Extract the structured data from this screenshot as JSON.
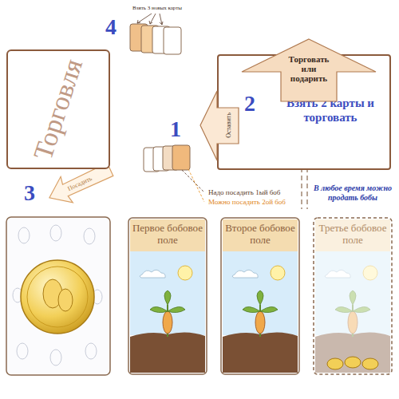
{
  "diagram": {
    "nodes": [
      {
        "text": [
          "Торговля"
        ]
      },
      {
        "text": [
          "Взять 2 карты и торговать"
        ]
      },
      {
        "text": [
          "Торговать или подарить"
        ],
        "in": 1
      },
      {
        "text": [
          "Оставить"
        ],
        "in": 1
      },
      {
        "text": [
          "Первое бобовое поле"
        ]
      },
      {
        "text": [
          "Второе бобовое поле"
        ]
      },
      {
        "text": [
          "Третье бобовое поле"
        ]
      }
    ],
    "labels": [
      "4",
      "Взять 3 новых карты",
      "1",
      "Надо посадить 1ый боб",
      "Можно посадить 2ой боб",
      "3",
      "Посадить",
      "2",
      "В любое время можно продать бобы"
    ]
  }
}
